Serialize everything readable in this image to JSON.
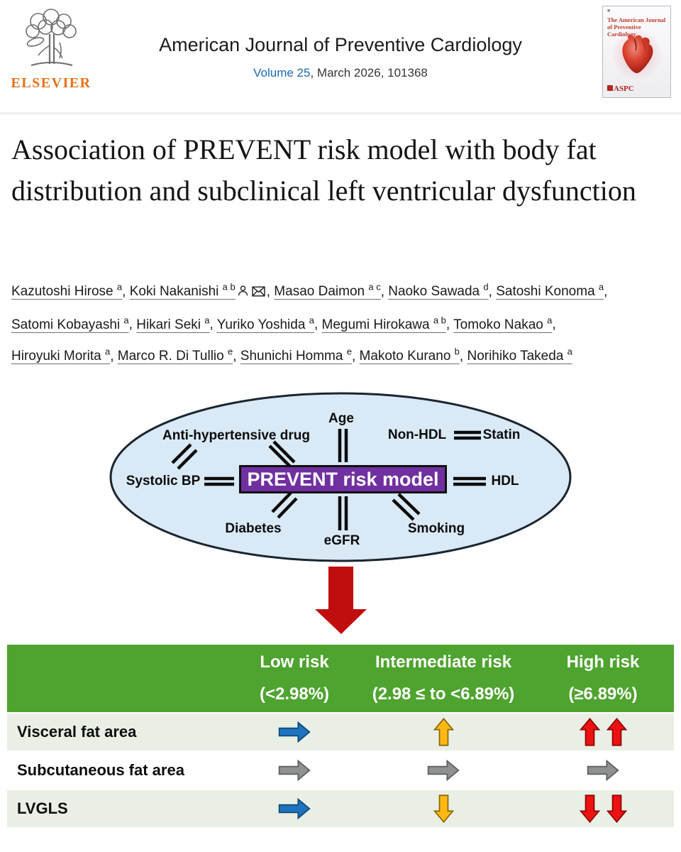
{
  "header": {
    "publisher": "ELSEVIER",
    "journal_title": "American Journal of Preventive Cardiology",
    "volume_link": "Volume 25",
    "issue_info": ", March 2026, 101368",
    "cover": {
      "title": "The American Journal of Preventive Cardiology",
      "society": "ASPC"
    }
  },
  "article": {
    "title": "Association of PREVENT risk model with body fat distribution and subclinical left ventricular dysfunction",
    "authors": [
      {
        "name": "Kazutoshi Hirose",
        "sups": "a"
      },
      {
        "name": "Koki Nakanishi",
        "sups": "a b",
        "icons": [
          "person-icon",
          "envelope-icon"
        ]
      },
      {
        "name": "Masao Daimon",
        "sups": "a c"
      },
      {
        "name": "Naoko Sawada",
        "sups": "d"
      },
      {
        "name": "Satoshi Konoma",
        "sups": "a"
      },
      {
        "name": "Satomi Kobayashi",
        "sups": "a"
      },
      {
        "name": "Hikari Seki",
        "sups": "a"
      },
      {
        "name": "Yuriko Yoshida",
        "sups": "a"
      },
      {
        "name": "Megumi Hirokawa",
        "sups": "a b"
      },
      {
        "name": "Tomoko Nakao",
        "sups": "a"
      },
      {
        "name": "Hiroyuki Morita",
        "sups": "a"
      },
      {
        "name": "Marco R. Di Tullio",
        "sups": "e"
      },
      {
        "name": "Shunichi Homma",
        "sups": "e"
      },
      {
        "name": "Makoto Kurano",
        "sups": "b"
      },
      {
        "name": "Norihiko Takeda",
        "sups": "a"
      }
    ]
  },
  "abstract_figure": {
    "center_label": "PREVENT risk model",
    "factors": {
      "age": "Age",
      "anti_htn": "Anti-hypertensive drug",
      "non_hdl": "Non-HDL",
      "statin": "Statin",
      "systolic_bp": "Systolic BP",
      "hdl": "HDL",
      "diabetes": "Diabetes",
      "egfr": "eGFR",
      "smoking": "Smoking"
    },
    "colors": {
      "ellipse_fill": "#d9e9f6",
      "ellipse_stroke": "#1a2530",
      "center_box": "#7030a0",
      "big_arrow": "#c00d0d"
    }
  },
  "risk_table": {
    "columns": [
      {
        "title": "Low risk",
        "range": "(<2.98%)"
      },
      {
        "title": "Intermediate risk",
        "range": "(2.98 ≤ to <6.89%)"
      },
      {
        "title": "High risk",
        "range": "(≥6.89%)"
      }
    ],
    "rows": [
      {
        "label": "Visceral fat area",
        "cells": [
          {
            "dir": "right",
            "color": "blue",
            "count": 1
          },
          {
            "dir": "up",
            "color": "yellow",
            "count": 1
          },
          {
            "dir": "up",
            "color": "red",
            "count": 2
          }
        ]
      },
      {
        "label": "Subcutaneous fat area",
        "cells": [
          {
            "dir": "right",
            "color": "gray",
            "count": 1
          },
          {
            "dir": "right",
            "color": "gray",
            "count": 1
          },
          {
            "dir": "right",
            "color": "gray",
            "count": 1
          }
        ]
      },
      {
        "label": "LVGLS",
        "cells": [
          {
            "dir": "right",
            "color": "blue",
            "count": 1
          },
          {
            "dir": "down",
            "color": "yellow",
            "count": 1
          },
          {
            "dir": "down",
            "color": "red",
            "count": 2
          }
        ]
      }
    ],
    "colors": {
      "header_bg": "#4fa32f",
      "row_alt_bg": "#e9efe4",
      "blue": "#1f72bf",
      "blue_stroke": "#0f4a78",
      "yellow": "#fdb913",
      "yellow_stroke": "#8a6400",
      "red": "#ec1212",
      "red_stroke": "#8c0404",
      "gray": "#8f9191",
      "gray_stroke": "#5c5e5e"
    }
  }
}
